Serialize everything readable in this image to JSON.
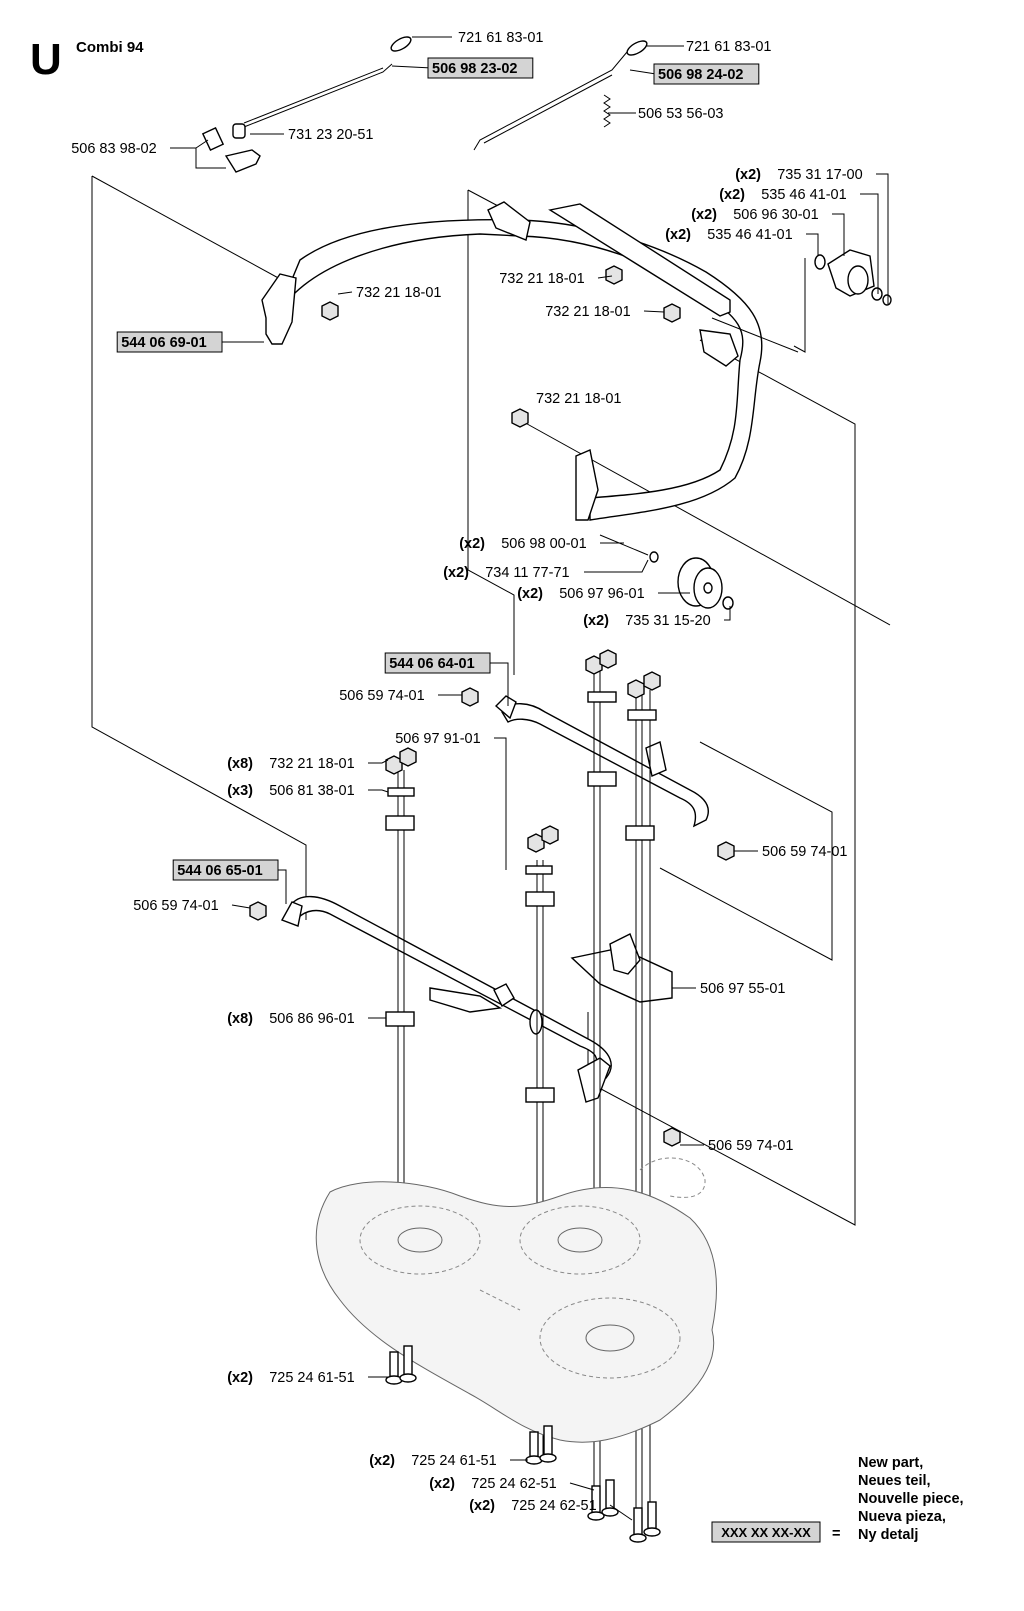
{
  "header": {
    "section_letter": "U",
    "model": "Combi 94"
  },
  "parts": {
    "p_721618301_a": {
      "qty": "",
      "num": "721 61 83-01"
    },
    "p_721618301_b": {
      "qty": "",
      "num": "721 61 83-01"
    },
    "p_506982302": {
      "qty": "",
      "num": "506 98 23-02",
      "new": true
    },
    "p_506982402": {
      "qty": "",
      "num": "506 98 24-02",
      "new": true
    },
    "p_506535603": {
      "qty": "",
      "num": "506 53 56-03"
    },
    "p_731232051": {
      "qty": "",
      "num": "731 23 20-51"
    },
    "p_506839802": {
      "qty": "",
      "num": "506 83 98-02"
    },
    "p_735311700": {
      "qty": "(x2)",
      "num": "735 31 17-00"
    },
    "p_535464101_a": {
      "qty": "(x2)",
      "num": "535 46 41-01"
    },
    "p_506963001": {
      "qty": "(x2)",
      "num": "506 96 30-01"
    },
    "p_535464101_b": {
      "qty": "(x2)",
      "num": "535 46 41-01"
    },
    "p_732211801_a": {
      "qty": "",
      "num": "732 21 18-01"
    },
    "p_732211801_b": {
      "qty": "",
      "num": "732 21 18-01"
    },
    "p_732211801_c": {
      "qty": "",
      "num": "732 21 18-01"
    },
    "p_732211801_d": {
      "qty": "",
      "num": "732 21 18-01"
    },
    "p_544066901": {
      "qty": "",
      "num": "544 06 69-01",
      "new": true
    },
    "p_506980001": {
      "qty": "(x2)",
      "num": "506 98 00-01"
    },
    "p_734117771": {
      "qty": "(x2)",
      "num": "734 11 77-71"
    },
    "p_506979601": {
      "qty": "(x2)",
      "num": "506 97 96-01"
    },
    "p_735311520": {
      "qty": "(x2)",
      "num": "735 31 15-20"
    },
    "p_544066401": {
      "qty": "",
      "num": "544 06 64-01",
      "new": true
    },
    "p_506597401_a": {
      "qty": "",
      "num": "506 59 74-01"
    },
    "p_506979101": {
      "qty": "",
      "num": "506 97 91-01"
    },
    "p_732211801_x8": {
      "qty": "(x8)",
      "num": "732 21 18-01"
    },
    "p_506813801": {
      "qty": "(x3)",
      "num": "506 81 38-01"
    },
    "p_506597401_b": {
      "qty": "",
      "num": "506 59 74-01"
    },
    "p_544066501": {
      "qty": "",
      "num": "544 06 65-01",
      "new": true
    },
    "p_506597401_c": {
      "qty": "",
      "num": "506 59 74-01"
    },
    "p_506975501": {
      "qty": "",
      "num": "506 97 55-01"
    },
    "p_506869601": {
      "qty": "(x8)",
      "num": "506 86 96-01"
    },
    "p_506597401_d": {
      "qty": "",
      "num": "506 59 74-01"
    },
    "p_725246151_a": {
      "qty": "(x2)",
      "num": "725 24 61-51"
    },
    "p_725246151_b": {
      "qty": "(x2)",
      "num": "725 24 61-51"
    },
    "p_725246251_a": {
      "qty": "(x2)",
      "num": "725 24 62-51"
    },
    "p_725246251_b": {
      "qty": "(x2)",
      "num": "725 24 62-51"
    }
  },
  "legend": {
    "placeholder": "XXX XX XX-XX",
    "equals": "=",
    "lines": [
      "New part,",
      "Neues teil,",
      "Nouvelle piece,",
      "Nueva pieza,",
      "Ny detalj"
    ]
  },
  "colors": {
    "new_part_fill": "#d4d4d4",
    "line": "#000000"
  }
}
